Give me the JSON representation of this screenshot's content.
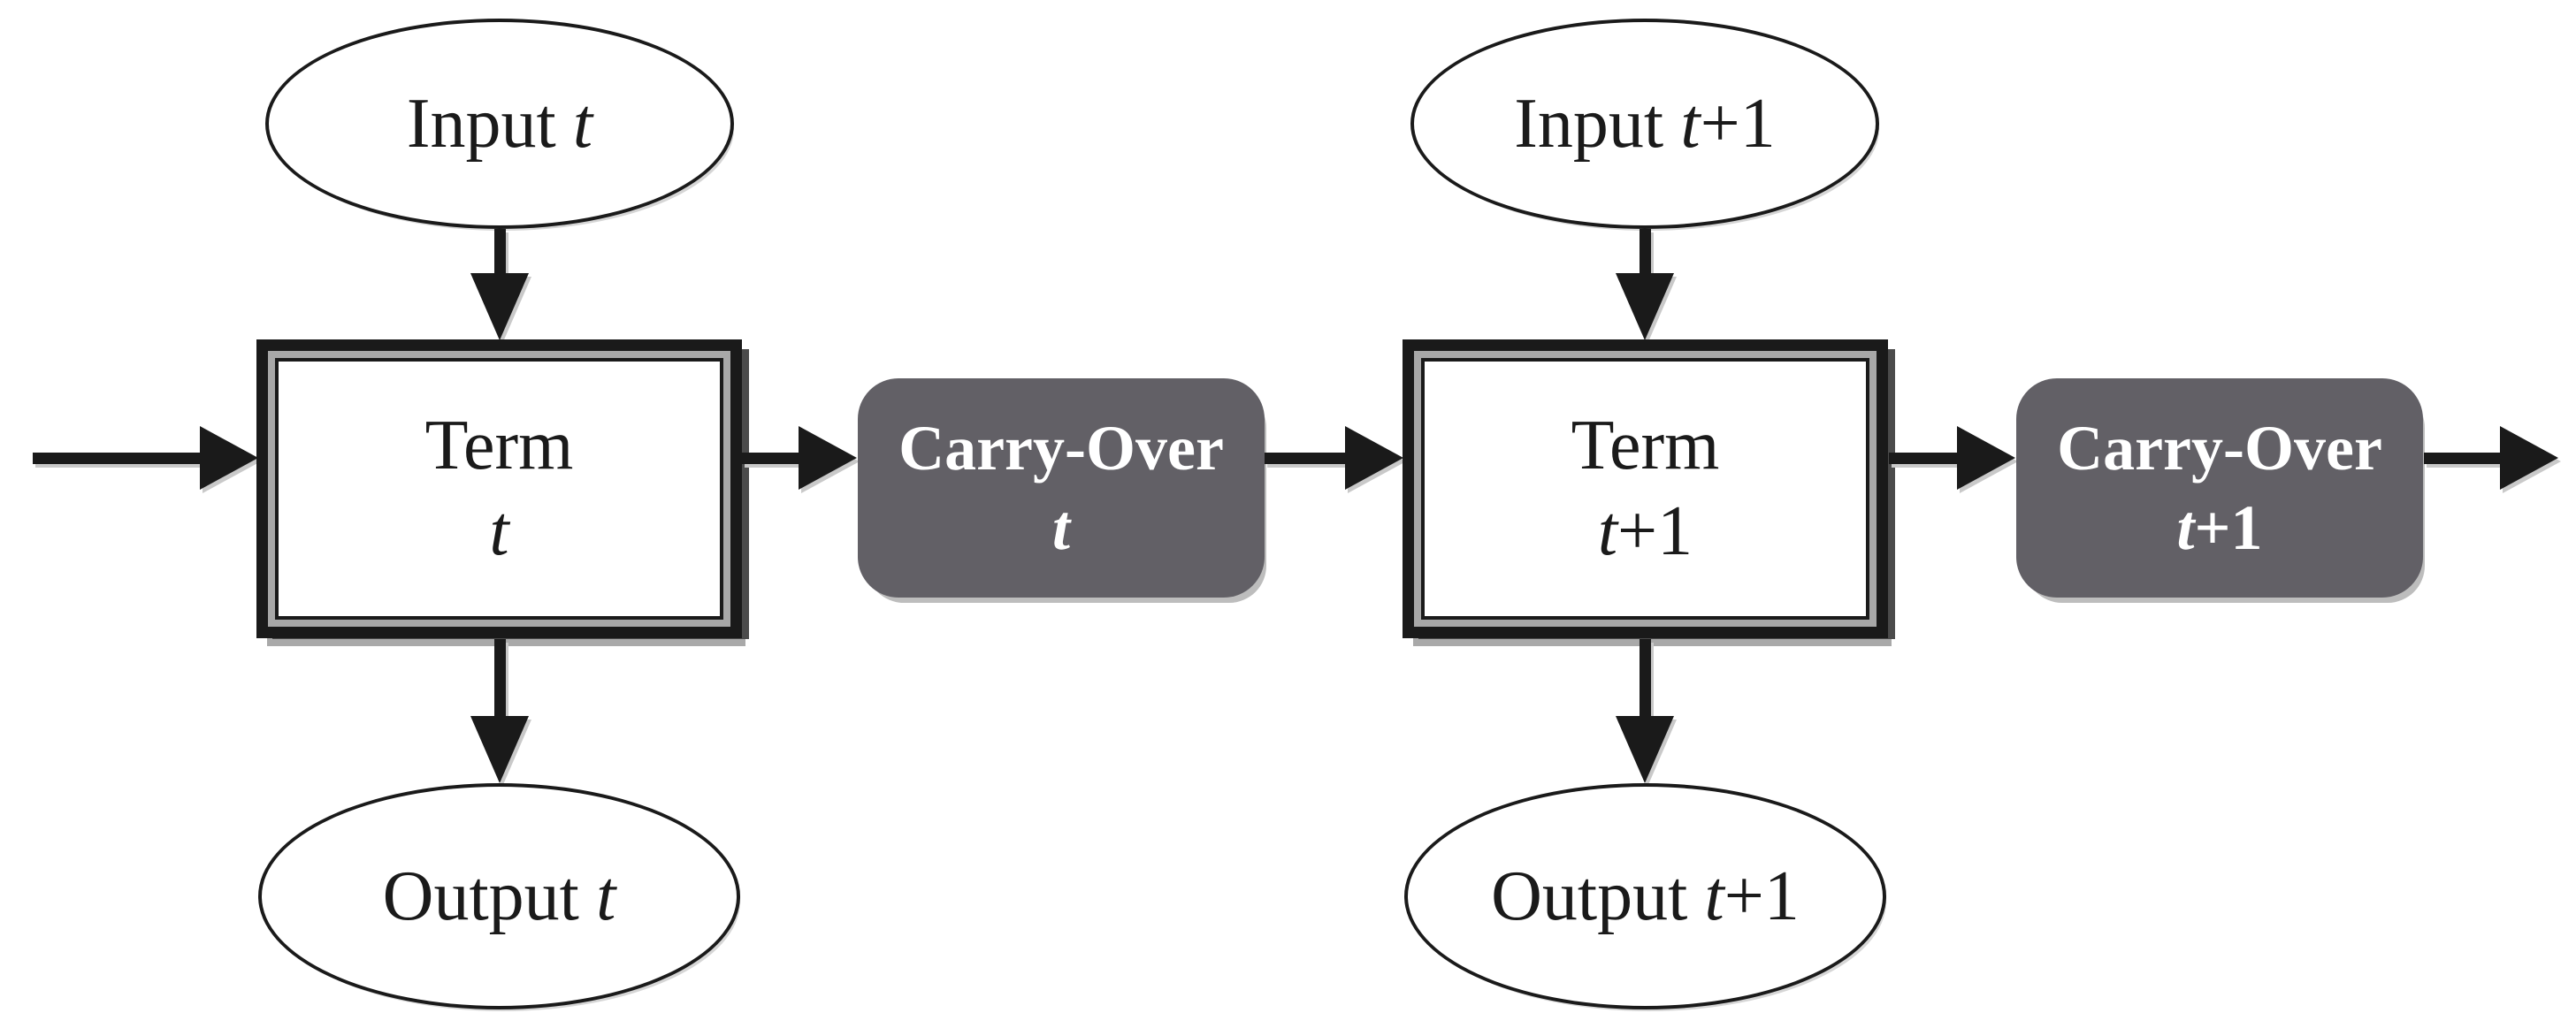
{
  "diagram": {
    "type": "flow-diagram",
    "description": "Two-period term / carry-over flow diagram",
    "colors": {
      "background": "#ffffff",
      "line": "#1a1a1a",
      "carry_over_fill": "#626066",
      "carry_over_text": "#ffffff",
      "term_border_gap": "#a8a8a8",
      "shadow_light": "#a9a9a9",
      "shadow_dark": "#4b4b4b"
    },
    "columns": [
      {
        "period": "t",
        "input": {
          "label": "Input",
          "var": "t",
          "suffix": ""
        },
        "term": {
          "label": "Term",
          "var": "t",
          "suffix": ""
        },
        "carry_over": {
          "label": "Carry-Over",
          "var": "t",
          "suffix": ""
        },
        "output": {
          "label": "Output",
          "var": "t",
          "suffix": ""
        }
      },
      {
        "period": "t+1",
        "input": {
          "label": "Input",
          "var": "t",
          "suffix": "+1"
        },
        "term": {
          "label": "Term",
          "var": "t",
          "suffix": "+1"
        },
        "carry_over": {
          "label": "Carry-Over",
          "var": "t",
          "suffix": "+1"
        },
        "output": {
          "label": "Output",
          "var": "t",
          "suffix": "+1"
        }
      }
    ]
  }
}
